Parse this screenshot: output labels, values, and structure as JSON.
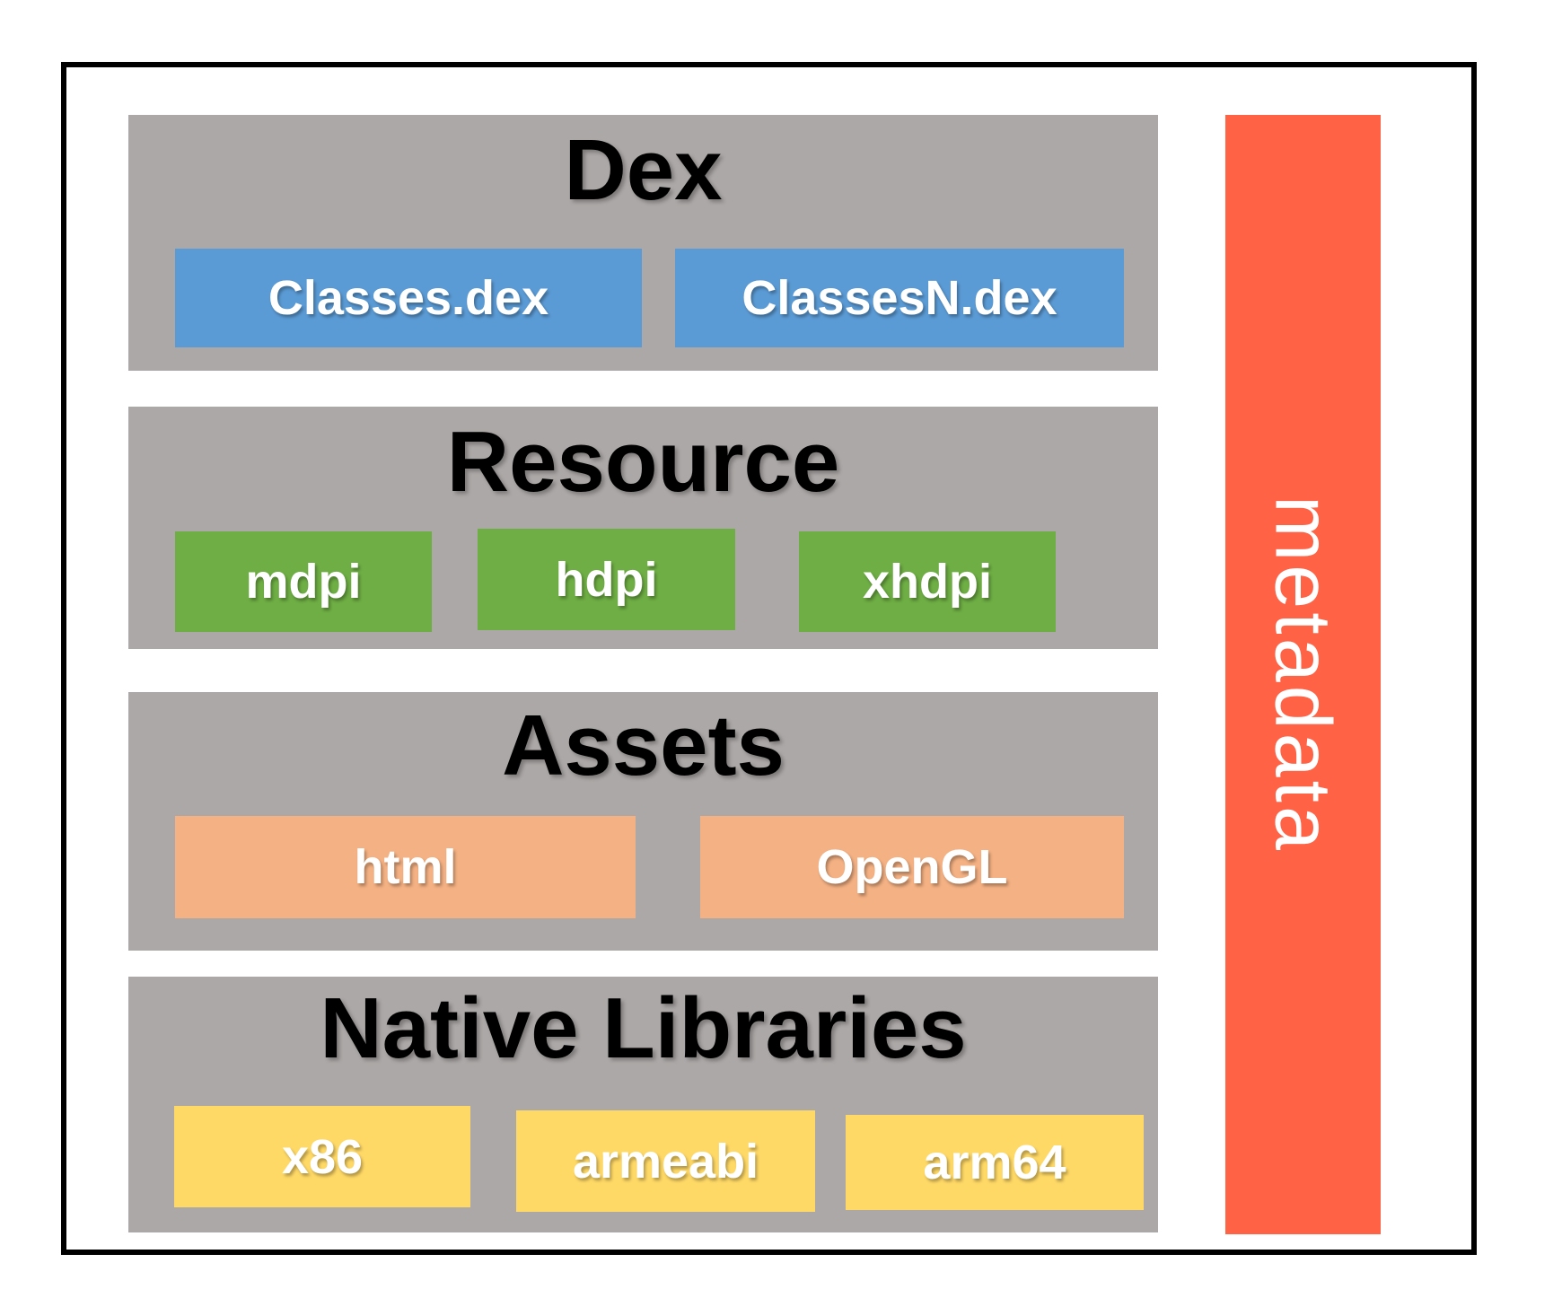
{
  "sections": [
    {
      "title": "Dex",
      "items": [
        {
          "label": "Classes.dex"
        },
        {
          "label": "ClassesN.dex"
        }
      ]
    },
    {
      "title": "Resource",
      "items": [
        {
          "label": "mdpi"
        },
        {
          "label": "hdpi"
        },
        {
          "label": "xhdpi"
        }
      ]
    },
    {
      "title": "Assets",
      "items": [
        {
          "label": "html"
        },
        {
          "label": "OpenGL"
        }
      ]
    },
    {
      "title": "Native Libraries",
      "items": [
        {
          "label": "x86"
        },
        {
          "label": "armeabi"
        },
        {
          "label": "arm64"
        }
      ]
    }
  ],
  "metadata_bar": {
    "label": "metadata"
  },
  "colors": {
    "background": "#ffffff",
    "frame_border": "#000000",
    "section_background": "#aca8a7",
    "dex_item": "#5b9bd5",
    "resource_item": "#6eae44",
    "assets_item": "#f4b183",
    "native_item": "#ffd966",
    "metadata_bar": "#ff6245",
    "section_title_text": "#000000",
    "item_text": "#ffffff",
    "metadata_text": "#ffffff"
  }
}
